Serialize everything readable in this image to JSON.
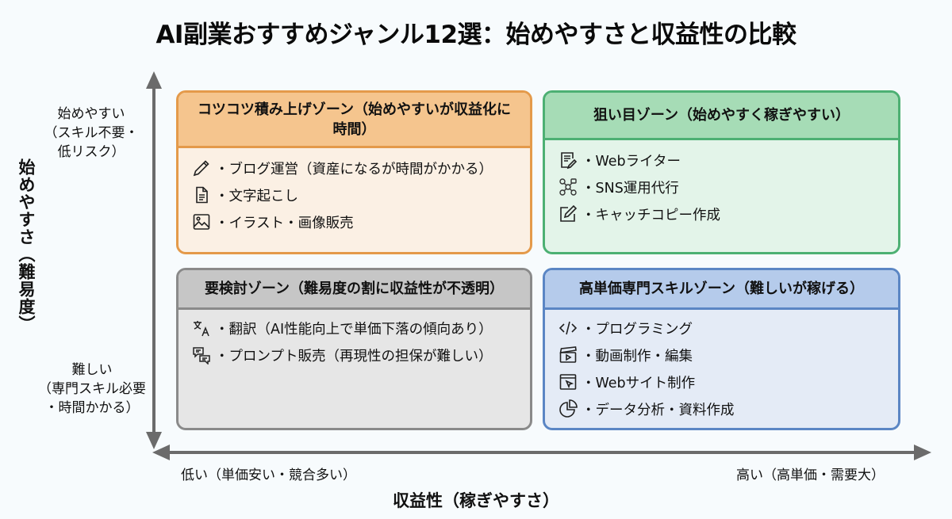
{
  "title": "AI副業おすすめジャンル12選：始めやすさと収益性の比較",
  "y_axis": {
    "title": "始めやすさ（難易度）",
    "top_label": [
      "始めやすい",
      "（スキル不要・",
      "低リスク）"
    ],
    "bottom_label": [
      "難しい",
      "（専門スキル必要",
      "・時間かかる）"
    ]
  },
  "x_axis": {
    "title": "収益性（稼ぎやすさ）",
    "left_label": "低い（単価安い・競合多い）",
    "right_label": "高い（高単価・需要大）"
  },
  "zones": {
    "top_left": {
      "title": "コツコツ積み上げゾーン（始めやすいが収益化に時間）",
      "color": "#e49a4a",
      "items": [
        {
          "icon": "pencil-icon",
          "label": "・ブログ運営（資産になるが時間がかかる）"
        },
        {
          "icon": "document-icon",
          "label": "・文字起こし"
        },
        {
          "icon": "image-icon",
          "label": "・イラスト・画像販売"
        }
      ]
    },
    "top_right": {
      "title": "狙い目ゾーン（始めやすく稼ぎやすい）",
      "color": "#4db073",
      "items": [
        {
          "icon": "document-edit-icon",
          "label": "・Webライター"
        },
        {
          "icon": "social-network-icon",
          "label": "・SNS運用代行"
        },
        {
          "icon": "edit-square-icon",
          "label": "・キャッチコピー作成"
        }
      ]
    },
    "bottom_left": {
      "title": "要検討ゾーン（難易度の割に収益性が不透明）",
      "color": "#8a8a8a",
      "items": [
        {
          "icon": "translate-icon",
          "label": "・翻訳（AI性能向上で単価下落の傾向あり）"
        },
        {
          "icon": "chat-bubbles-icon",
          "label": "・プロンプト販売（再現性の担保が難しい）"
        }
      ]
    },
    "bottom_right": {
      "title": "高単価専門スキルゾーン（難しいが稼げる）",
      "color": "#5b86c4",
      "items": [
        {
          "icon": "code-icon",
          "label": "・プログラミング"
        },
        {
          "icon": "video-clapper-icon",
          "label": "・動画制作・編集"
        },
        {
          "icon": "browser-cursor-icon",
          "label": "・Webサイト制作"
        },
        {
          "icon": "pie-chart-icon",
          "label": "・データ分析・資料作成"
        }
      ]
    }
  }
}
